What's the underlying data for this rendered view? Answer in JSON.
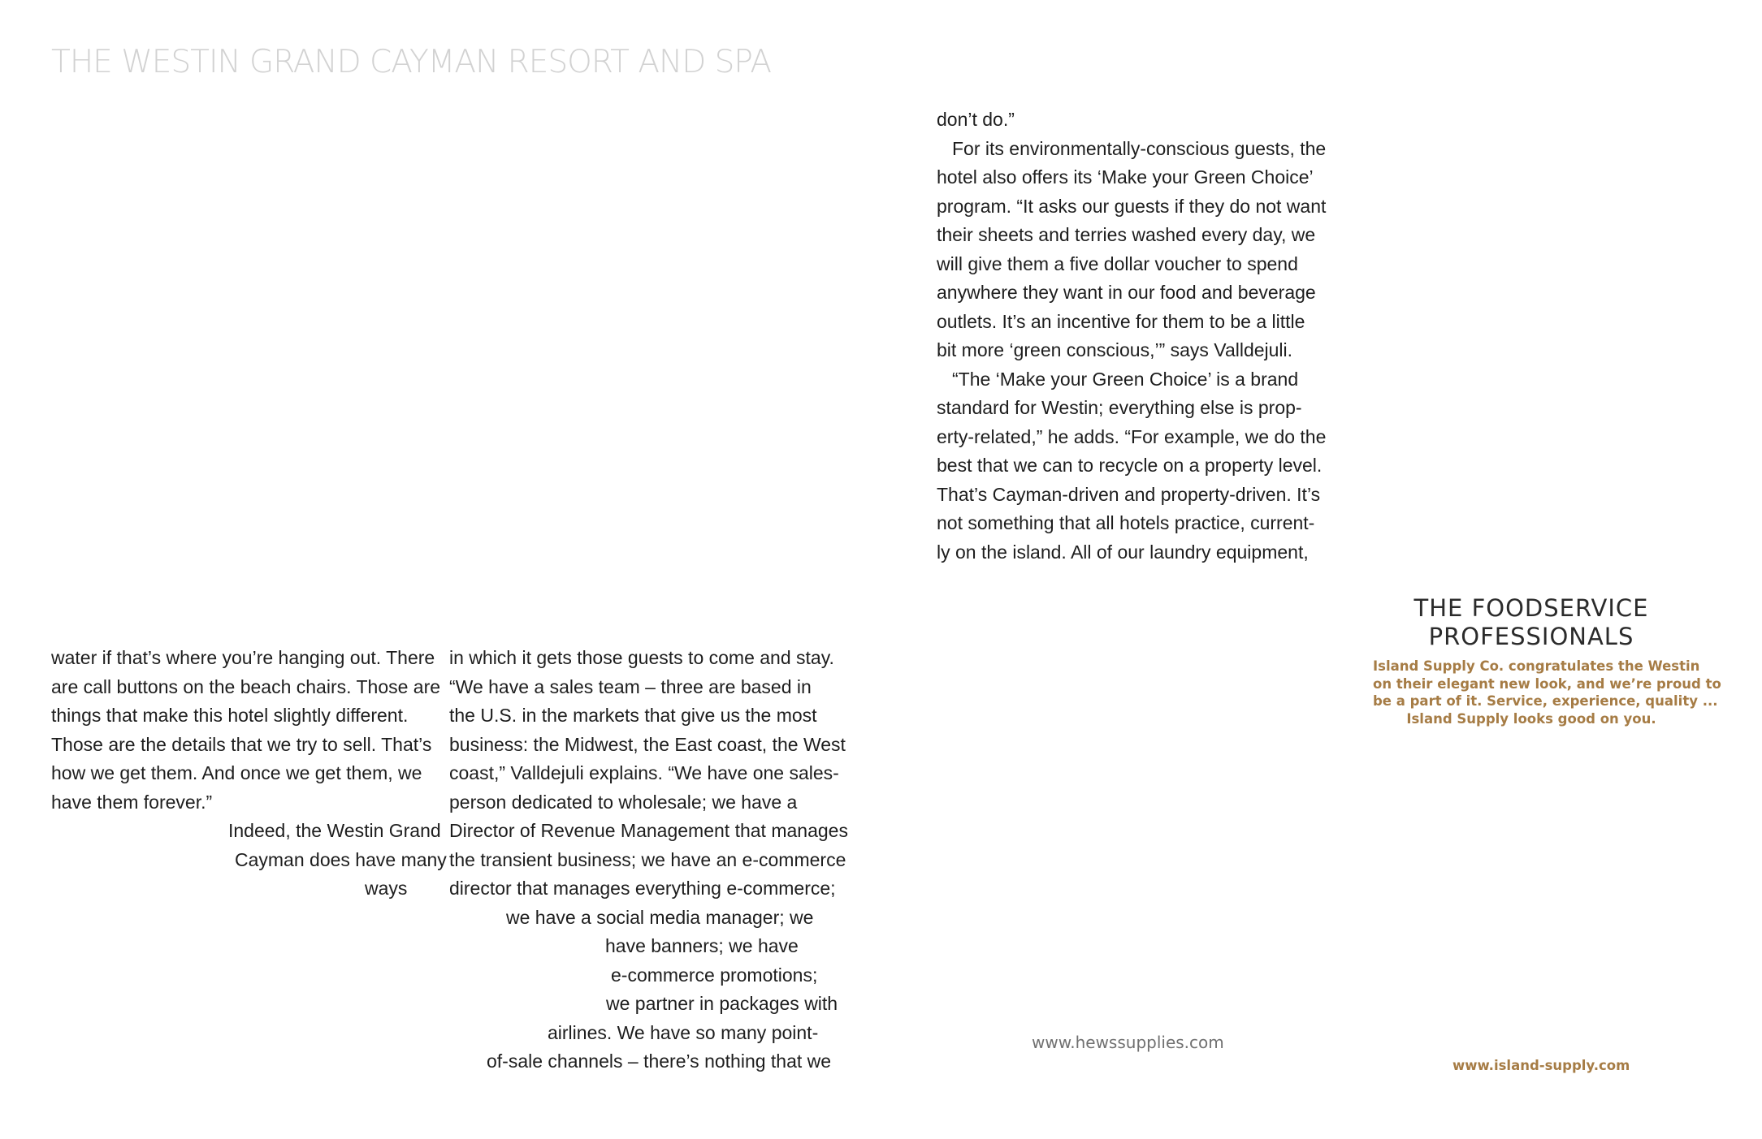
{
  "header": {
    "title": "THE WESTIN GRAND CAYMAN RESORT AND SPA"
  },
  "article": {
    "column_1": [
      "water if that’s where you’re hanging out. There",
      "are call buttons on the beach chairs. Those are",
      "things that make this hotel slightly different.",
      "Those are the details that we try to sell. That’s",
      "how we get them. And once we get them, we",
      "have them forever.”",
      "Indeed, the Westin Grand",
      "Cayman does have many",
      "ways"
    ],
    "column_2": [
      "in which it gets those guests to come and stay.",
      "“We have a sales team – three are based in",
      "the U.S. in the markets that give us the most",
      "business: the Midwest, the East coast, the West",
      "coast,” Valldejuli explains. “We have one sales-",
      "person dedicated to wholesale; we have a",
      "Director of Revenue Management that manages",
      "the transient business; we have an e-commerce",
      "director that manages everything e-commerce;",
      "we have a social media manager; we",
      "have banners; we have",
      "e-commerce promotions;",
      "we partner in packages with",
      "airlines. We have so many point-",
      "of-sale channels – there’s nothing that we"
    ],
    "column_3": [
      "don’t do.”",
      "For its environmentally-conscious guests, the",
      "hotel also offers its ‘Make your Green Choice’",
      "program. “It asks our guests if they do not want",
      "their sheets and terries washed every day, we",
      "will give them a five dollar voucher to spend",
      "anywhere they want in our food and beverage",
      "outlets. It’s an incentive for them to be a little",
      "bit more ‘green conscious,’” says Valldejuli.",
      "“The ‘Make your Green Choice’ is a brand",
      "standard for Westin; everything else is prop-",
      "erty-related,” he adds. “For example, we do the",
      "best that we can to recycle on a property level.",
      "That’s Cayman-driven and property-driven. It’s",
      "not something that all hotels practice, current-",
      "ly on the island. All of our laundry equipment,"
    ]
  },
  "ads": {
    "hews": {
      "url": "www.hewssupplies.com"
    },
    "island_supply": {
      "title_line_1": "THE FOODSERVICE",
      "title_line_2": "PROFESSIONALS",
      "body_lines": [
        "Island Supply Co. congratulates the Westin",
        "on their elegant new look, and we’re proud to",
        "be a part of it. Service, experience, quality ...",
        "Island Supply looks good on you."
      ],
      "url": "www.island-supply.com",
      "accent_color": "#a67c45"
    }
  }
}
